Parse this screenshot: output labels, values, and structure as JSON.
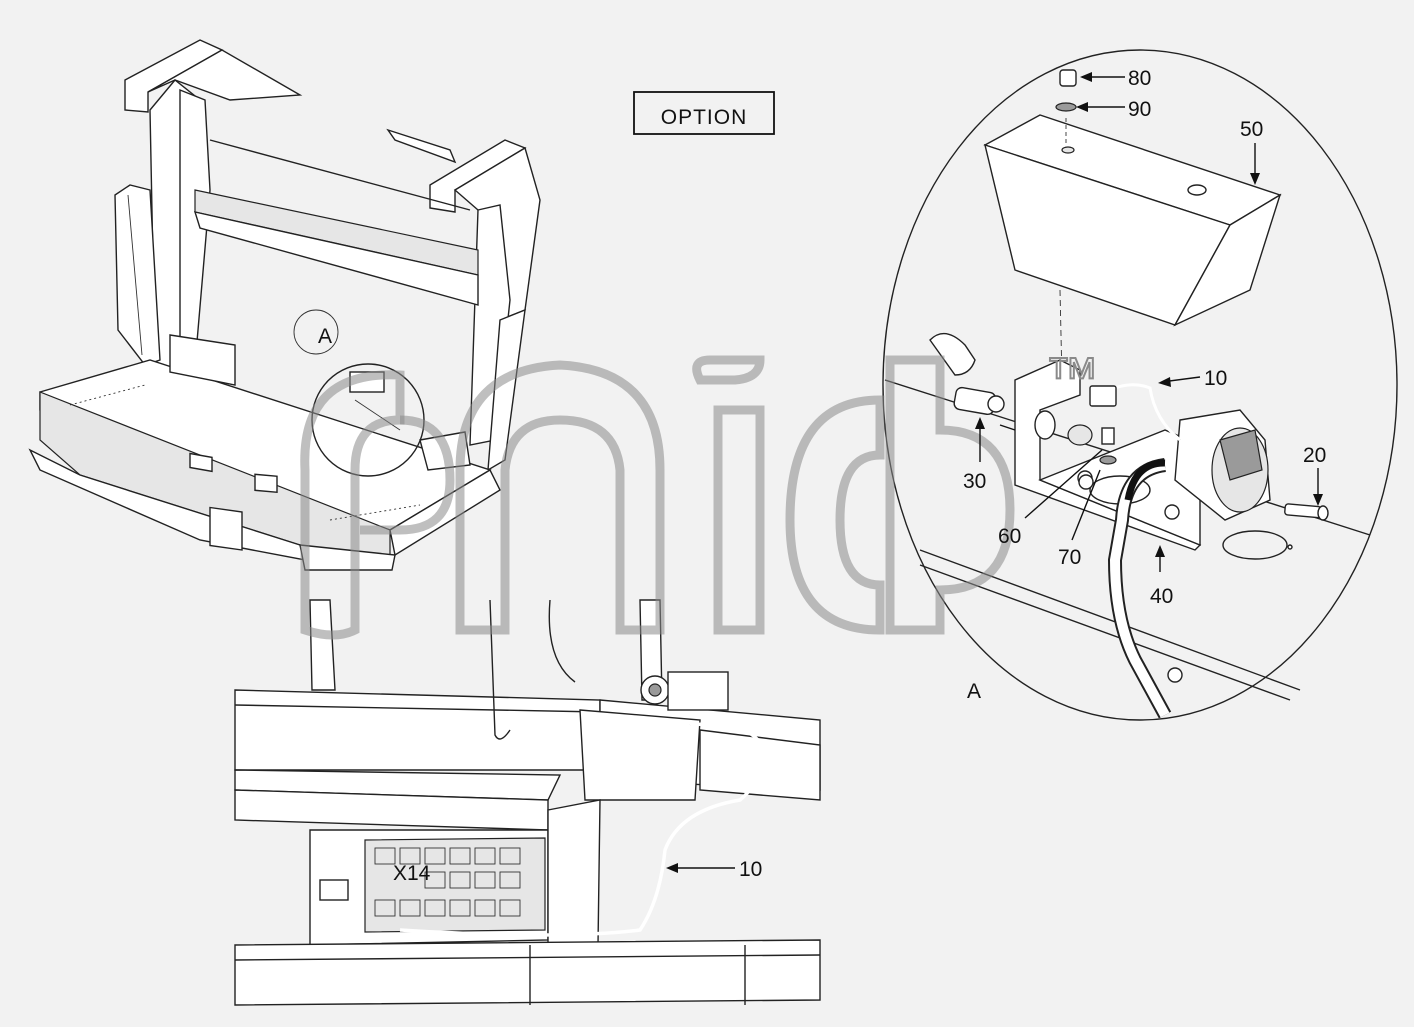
{
  "option_label": "OPTION",
  "detail_marker": "A",
  "detail_caption": "A",
  "connector_label": "X14",
  "watermark": {
    "text": "™"
  },
  "callouts": [
    {
      "id": "80",
      "text": "80"
    },
    {
      "id": "90",
      "text": "90"
    },
    {
      "id": "50",
      "text": "50"
    },
    {
      "id": "10a",
      "text": "10"
    },
    {
      "id": "20",
      "text": "20"
    },
    {
      "id": "30",
      "text": "30"
    },
    {
      "id": "60",
      "text": "60"
    },
    {
      "id": "70",
      "text": "70"
    },
    {
      "id": "40",
      "text": "40"
    },
    {
      "id": "10b",
      "text": "10"
    }
  ],
  "colors": {
    "line": "#222222",
    "background": "#f2f2f2",
    "watermark": "#8a8a8a"
  }
}
